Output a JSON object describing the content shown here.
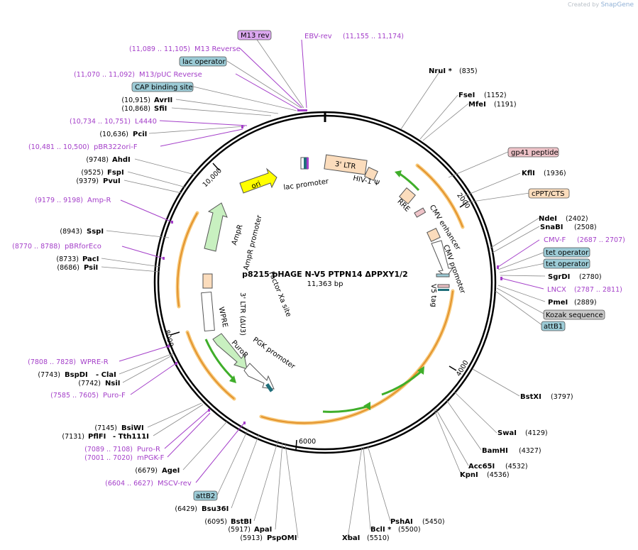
{
  "credit": {
    "prefix": "Created by",
    "brand": "SnapGene"
  },
  "plasmid": {
    "name": "p8215 pHAGE N-V5 PTPN14 ΔPPXY1/2",
    "size": "11,363 bp"
  },
  "ticks": [
    "2000",
    "4000",
    "6000",
    "8000",
    "10,000"
  ],
  "boxed_labels": [
    {
      "name": "M13 rev",
      "color": "#dca8f0"
    },
    {
      "name": "lac operator",
      "color": "#9ccbd6"
    },
    {
      "name": "CAP binding site",
      "color": "#9ccbd6"
    },
    {
      "name": "gp41 peptide",
      "color": "#eec3c8"
    },
    {
      "name": "cPPT/CTS",
      "color": "#fbdcbc"
    },
    {
      "name": "tet operator",
      "color": "#9ccbd6"
    },
    {
      "name": "tet operator",
      "color": "#9ccbd6"
    },
    {
      "name": "Kozak sequence",
      "color": "#c8c8c8"
    },
    {
      "name": "attB1",
      "color": "#9ccbd6"
    },
    {
      "name": "attB2",
      "color": "#9ccbd6"
    }
  ],
  "primer_labels": [
    {
      "pos": "(11,155 .. 11,174)",
      "name": "EBV-rev"
    },
    {
      "pos": "(11,089 .. 11,105)",
      "name": "M13 Reverse"
    },
    {
      "pos": "(11,070 .. 11,092)",
      "name": "M13/pUC Reverse"
    },
    {
      "pos": "(10,734 .. 10,751)",
      "name": "L4440"
    },
    {
      "pos": "(10,481 .. 10,500)",
      "name": "pBR322ori-F"
    },
    {
      "pos": "(9179 .. 9198)",
      "name": "Amp-R"
    },
    {
      "pos": "(8770 .. 8788)",
      "name": "pBRforEco"
    },
    {
      "pos": "(7808 .. 7828)",
      "name": "WPRE-R"
    },
    {
      "pos": "(7585 .. 7605)",
      "name": "Puro-F"
    },
    {
      "pos": "(7089 .. 7108)",
      "name": "Puro-R"
    },
    {
      "pos": "(7001 .. 7020)",
      "name": "mPGK-F"
    },
    {
      "pos": "(6604 .. 6627)",
      "name": "MSCV-rev"
    },
    {
      "pos": "(2687 .. 2707)",
      "name": "CMV-F"
    },
    {
      "pos": "(2787 .. 2811)",
      "name": "LNCX"
    }
  ],
  "enzymes_right": [
    {
      "name": "NruI *",
      "pos": "(835)"
    },
    {
      "name": "FseI",
      "pos": "(1152)"
    },
    {
      "name": "MfeI",
      "pos": "(1191)"
    },
    {
      "name": "KflI",
      "pos": "(1936)"
    },
    {
      "name": "NdeI",
      "pos": "(2402)"
    },
    {
      "name": "SnaBI",
      "pos": "(2508)"
    },
    {
      "name": "SgrDI",
      "pos": "(2780)"
    },
    {
      "name": "PmeI",
      "pos": "(2889)"
    },
    {
      "name": "BstXI",
      "pos": "(3797)"
    },
    {
      "name": "SwaI",
      "pos": "(4129)"
    },
    {
      "name": "BamHI",
      "pos": "(4327)"
    },
    {
      "name": "Acc65I",
      "pos": "(4532)"
    },
    {
      "name": "KpnI",
      "pos": "(4536)"
    },
    {
      "name": "PshAI",
      "pos": "(5450)"
    },
    {
      "name": "BclI *",
      "pos": "(5500)"
    },
    {
      "name": "XbaI",
      "pos": "(5510)"
    }
  ],
  "enzymes_left": [
    {
      "pos": "(10,915)",
      "name": "AvrII"
    },
    {
      "pos": "(10,868)",
      "name": "SfiI"
    },
    {
      "pos": "(10,636)",
      "name": "PciI"
    },
    {
      "pos": "(9748)",
      "name": "AhdI"
    },
    {
      "pos": "(9525)",
      "name": "FspI"
    },
    {
      "pos": "(9379)",
      "name": "PvuI"
    },
    {
      "pos": "(8943)",
      "name": "SspI"
    },
    {
      "pos": "(8733)",
      "name": "PacI"
    },
    {
      "pos": "(8686)",
      "name": "PsiI"
    },
    {
      "pos": "(7743)",
      "name": "BspDI",
      "extra": "- ClaI"
    },
    {
      "pos": "(7742)",
      "name": "NsiI"
    },
    {
      "pos": "(7145)",
      "name": "BsiWI"
    },
    {
      "pos": "(7131)",
      "name": "PflFI",
      "extra": "- Tth111I"
    },
    {
      "pos": "(6679)",
      "name": "AgeI"
    },
    {
      "pos": "(6429)",
      "name": "Bsu36I"
    },
    {
      "pos": "(6095)",
      "name": "BstBI"
    },
    {
      "pos": "(5917)",
      "name": "ApaI"
    },
    {
      "pos": "(5913)",
      "name": "PspOMI"
    }
  ],
  "features": [
    "ori",
    "lac promoter",
    "3' LTR",
    "HIV-1 Ψ",
    "RRE",
    "CMV enhancer",
    "CMV promoter",
    "V5 tag",
    "AmpR",
    "AmpR promoter",
    "3' LTR (ΔU3)",
    "Factor Xa site",
    "WPRE",
    "PuroR",
    "PGK promoter"
  ],
  "colors": {
    "primer": "#a43fc9",
    "orf": "#f7c878",
    "green": "#3fae2a",
    "ltr": "#fbdcbc",
    "ori": "#ffff00"
  }
}
